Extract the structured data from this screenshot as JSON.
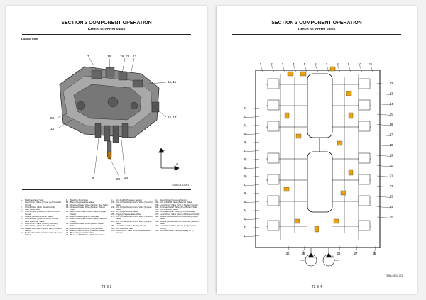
{
  "left": {
    "section_title": "SECTION 3 COMPONENT OPERATION",
    "group_title": "Group 3 Control Valve",
    "subtitle": "4-Spool Side",
    "figure_code": "TDBB-03-03-001",
    "page_number": "T3-3-3",
    "callouts": [
      "7",
      "18",
      "19, 22",
      "13",
      "16, 11",
      "15, 17",
      "23",
      "14",
      "8",
      "28",
      "24",
      "b",
      "a"
    ],
    "legend_col1": [
      {
        "n": "a -",
        "t": "Machine Upper Side"
      },
      {
        "n": "1 -",
        "t": "Load Check Valve (Travel (Left) Parallel Circuit)"
      },
      {
        "n": "2 -",
        "t": "Check Valve (Main Relief Circuit)"
      },
      {
        "n": "3 -",
        "t": "Main Relief Valve"
      },
      {
        "n": "4 -",
        "t": "Check Valve (Auxiliary Flow Combiner Circuit)"
      },
      {
        "n": "5 -",
        "t": "Auxiliary Flow Combiner Valve"
      },
      {
        "n": "6 -",
        "t": "Check Valve (Flow Combiner Circuit)"
      },
      {
        "n": "7 -",
        "t": "Flow Combiner Valve"
      },
      {
        "n": "8 -",
        "t": "Load Check Valve (Orifice) (Bucket)"
      },
      {
        "n": "9 -",
        "t": "Check Valve (Main Relief Circuit)"
      },
      {
        "n": "10 -",
        "t": "Bucket Flow Rate Control Valve (Poppet Valve)"
      },
      {
        "n": "11 -",
        "t": "Bucket Flow Rate Control Valve (Selector Valve)"
      }
    ],
    "legend_col2": [
      {
        "n": "b -",
        "t": "Machine Front Side"
      },
      {
        "n": "12 -",
        "t": "Boom Regenerative Valve"
      },
      {
        "n": "13 -",
        "t": "Overload Relief Valve (Bucket: Rod Side)"
      },
      {
        "n": "14 -",
        "t": "Overload Relief Valve (Bucket: Bottom Side)"
      },
      {
        "n": "15 -",
        "t": "Boom Flow Rate Control Valve (Poppet Valve)"
      },
      {
        "n": "16 -",
        "t": "Boom Lower Meter-In Cut Valve"
      },
      {
        "n": "17 -",
        "t": "Boom Flow Rate Control Valve (Selector Valve)"
      },
      {
        "n": "18 -",
        "t": "Overload Relief Valve (Boom: Bottom Side)"
      },
      {
        "n": "19 -",
        "t": "Boom Anti-Drift Valve (Check Valve)"
      },
      {
        "n": "20 -",
        "t": "Boom Anti-Drift Valve (Selector Valve)"
      },
      {
        "n": "21 -",
        "t": "Boom Regenerative Valve"
      },
      {
        "n": "22 -",
        "t": "Boom Anti-Drift Valve (Selector Valve)"
      }
    ],
    "legend_col3": [
      {
        "n": "c -",
        "t": "Arm Roll-In Pressure Sensor"
      },
      {
        "n": "23 -",
        "t": "Arm 2 Flow Rate Control Valve (Selector Valve)"
      },
      {
        "n": "24 -",
        "t": "Arm 2 Flow Rate Control Valve (Poppet Valve)"
      },
      {
        "n": "25 -",
        "t": "Arm Regenerative Valve"
      },
      {
        "n": "26 -",
        "t": "Digging Regenerative Valve"
      },
      {
        "n": "27 -",
        "t": "Arm 1 Flow Rate Control Valve (Selector Valve)"
      },
      {
        "n": "28 -",
        "t": "Arm 1 Flow Rate Control Valve (Poppet Valve)"
      },
      {
        "n": "29 -",
        "t": "Load Check Valve (Swing Circuit)"
      },
      {
        "n": "30 -",
        "t": "Arm Anti-Drift Valve"
      },
      {
        "n": "31 -",
        "t": "Load Check Valve (Arm Regenerative Circuit)"
      }
    ],
    "legend_col4": [
      {
        "n": "d -",
        "t": "Boom Raise Pressure Sensor"
      },
      {
        "n": "32 -",
        "t": "Arm Anti-Drift Valve (Selector Valve)"
      },
      {
        "n": "33 -",
        "t": "Load Check Valve (Arm 2 Tandem Circuit)"
      },
      {
        "n": "34 -",
        "t": "Overload Relief Valve (Arm: Bottom Side)"
      },
      {
        "n": "35 -",
        "t": "Arm Anti-Drift Valve"
      },
      {
        "n": "36 -",
        "t": "Overload Relief Valve (Arm: Rod Side)"
      },
      {
        "n": "37 -",
        "t": "Load Check Valve (Boom 2 Parallel Circuit)"
      },
      {
        "n": "38 -",
        "t": "Auxiliary Flow Rate Control Valve (Poppet Valve)"
      },
      {
        "n": "39 -",
        "t": "Auxiliary Flow Rate Control Valve (Selector Valve)"
      },
      {
        "n": "40 -",
        "t": "Load Check Valve (Travel (Left) Tandem Circuit)"
      },
      {
        "n": "41 -",
        "t": "Overload Relief Valve (Auxiliary ATT)"
      }
    ]
  },
  "right": {
    "section_title": "SECTION 3 COMPONENT OPERATION",
    "group_title": "Group 3 Control Valve",
    "figure_code": "TDBB-03-03-002",
    "page_number": "T3-3-4",
    "labels_top": [
      "1",
      "2",
      "3",
      "4",
      "5",
      "6",
      "7",
      "8",
      "9",
      "10",
      "11"
    ],
    "labels_left": [
      "42",
      "43",
      "44",
      "45",
      "46",
      "47",
      "48",
      "38",
      "39",
      "37",
      "36",
      "35",
      "34",
      "33",
      "32",
      "31"
    ],
    "labels_right": [
      "12",
      "13",
      "14",
      "15",
      "16",
      "17",
      "18",
      "19",
      "20",
      "21",
      "22",
      "23",
      "24",
      "25"
    ],
    "labels_bottom": [
      "30",
      "29",
      "28",
      "27",
      "26"
    ]
  }
}
